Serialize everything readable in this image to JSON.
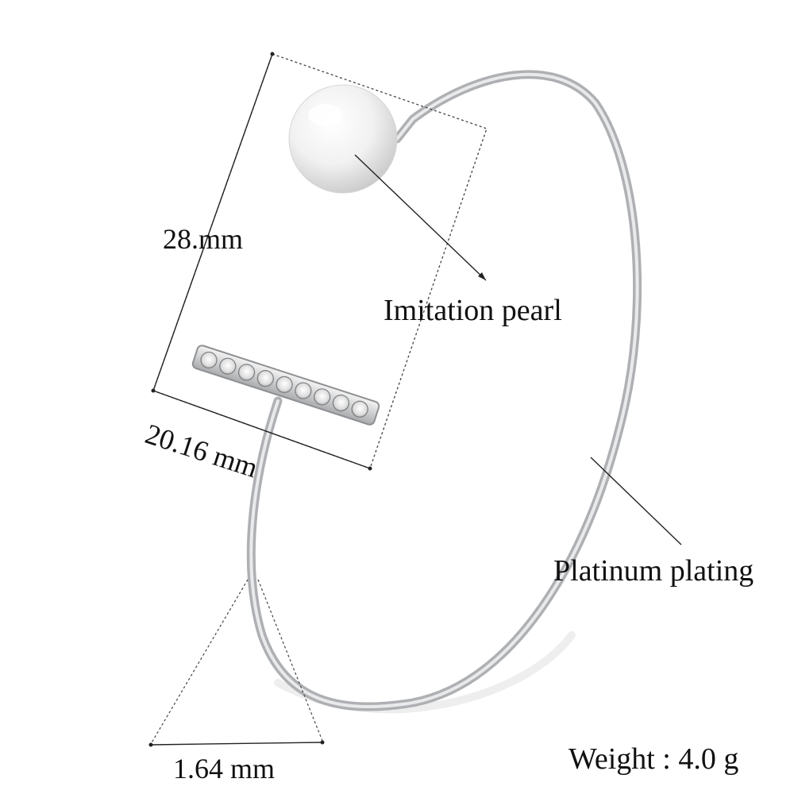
{
  "annotations": {
    "height": "28.mm",
    "width": "20.16 mm",
    "pearl": "Imitation pearl",
    "plating": "Platinum plating",
    "thickness": "1.64 mm",
    "weight": "Weight : 4.0 g"
  },
  "product": {
    "stone_count": 9
  },
  "colors": {
    "background": "#ffffff",
    "metal": "#c9cbce",
    "pearl": "#f1f1f1",
    "text": "#111111"
  }
}
